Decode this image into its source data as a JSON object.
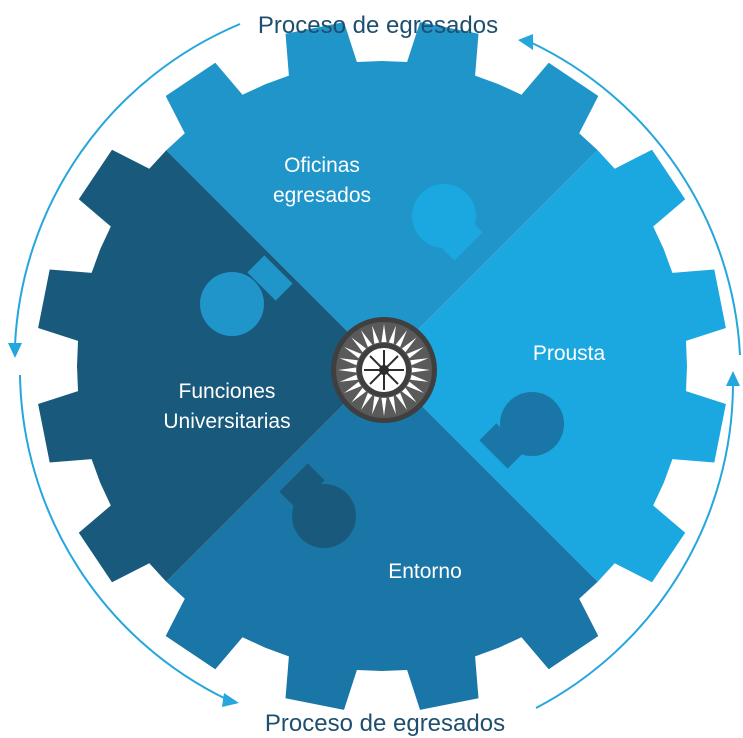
{
  "diagram": {
    "top_caption": "Proceso de egresados",
    "bottom_caption": "Proceso de egresados",
    "quadrants": [
      {
        "id": "top",
        "lines": [
          "Oficinas",
          "egresados"
        ],
        "color": "#1f95c9"
      },
      {
        "id": "right",
        "lines": [
          "Prousta"
        ],
        "color": "#1ba8e0"
      },
      {
        "id": "bottom",
        "lines": [
          "Entorno"
        ],
        "color": "#1a76a6"
      },
      {
        "id": "left",
        "lines": [
          "Funciones",
          "Universitarias"
        ],
        "color": "#195a7c"
      }
    ],
    "cycle_color": "#25a6dc",
    "center_emblem": "university-seal-icon"
  }
}
